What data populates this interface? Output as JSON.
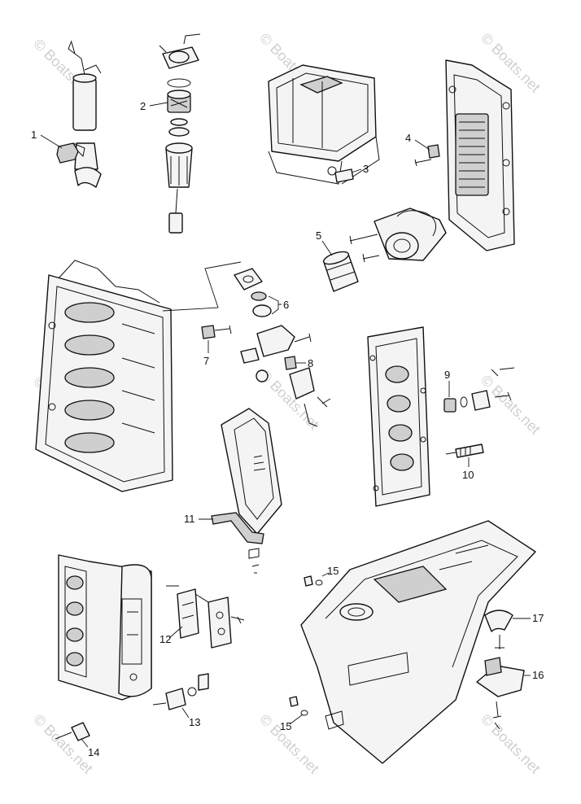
{
  "callouts": [
    "1",
    "2",
    "3",
    "4",
    "5",
    "6",
    "7",
    "8",
    "9",
    "10",
    "11",
    "12",
    "13",
    "14",
    "15",
    "15",
    "16",
    "17"
  ],
  "watermark": "© Boats.net",
  "colors": {
    "line": "#111111",
    "fill": "#f4f4f4",
    "shade": "#cfcfcf",
    "watermark": "#c8c8c8"
  }
}
